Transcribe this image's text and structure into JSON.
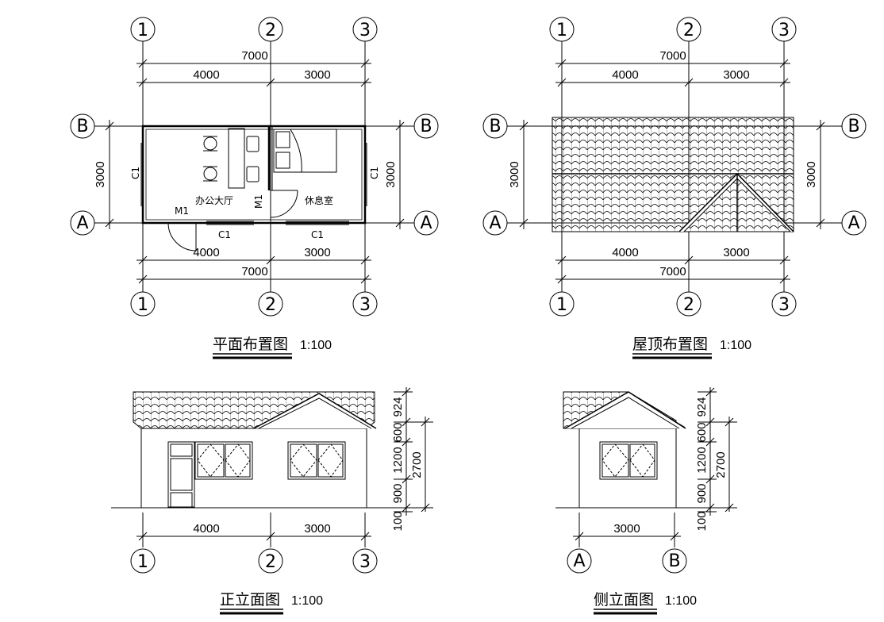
{
  "plans": {
    "floor": {
      "title": "平面布置图",
      "scale": "1:100",
      "top_total": "7000",
      "top_left": "4000",
      "top_right": "3000",
      "bottom_left": "4000",
      "bottom_right": "3000",
      "bottom_total": "7000",
      "left_dim": "3000",
      "right_dim": "3000",
      "window_left": "C1",
      "window_right": "C1",
      "window_bottom_left": "C1",
      "window_bottom_right": "C1",
      "door_main": "M1",
      "door_inner": "M1",
      "room_office": "办公大厅",
      "room_rest": "休息室"
    },
    "roof": {
      "title": "屋顶布置图",
      "scale": "1:100",
      "top_total": "7000",
      "top_left": "4000",
      "top_right": "3000",
      "bottom_left": "4000",
      "bottom_right": "3000",
      "bottom_total": "7000",
      "left_dim": "3000",
      "right_dim": "3000"
    },
    "front": {
      "title": "正立面图",
      "scale": "1:100",
      "dim_left": "4000",
      "dim_right": "3000",
      "h_924": "924",
      "h_600": "600",
      "h_1200": "1200",
      "h_900": "900",
      "h_100": "100",
      "h_total": "2700"
    },
    "side": {
      "title": "侧立面图",
      "scale": "1:100",
      "dim_width": "3000",
      "h_924": "924",
      "h_600": "600",
      "h_1200": "1200",
      "h_900": "900",
      "h_100": "100",
      "h_total": "2700"
    }
  },
  "axes": {
    "a1": "1",
    "a2": "2",
    "a3": "3",
    "aA": "A",
    "aB": "B"
  }
}
